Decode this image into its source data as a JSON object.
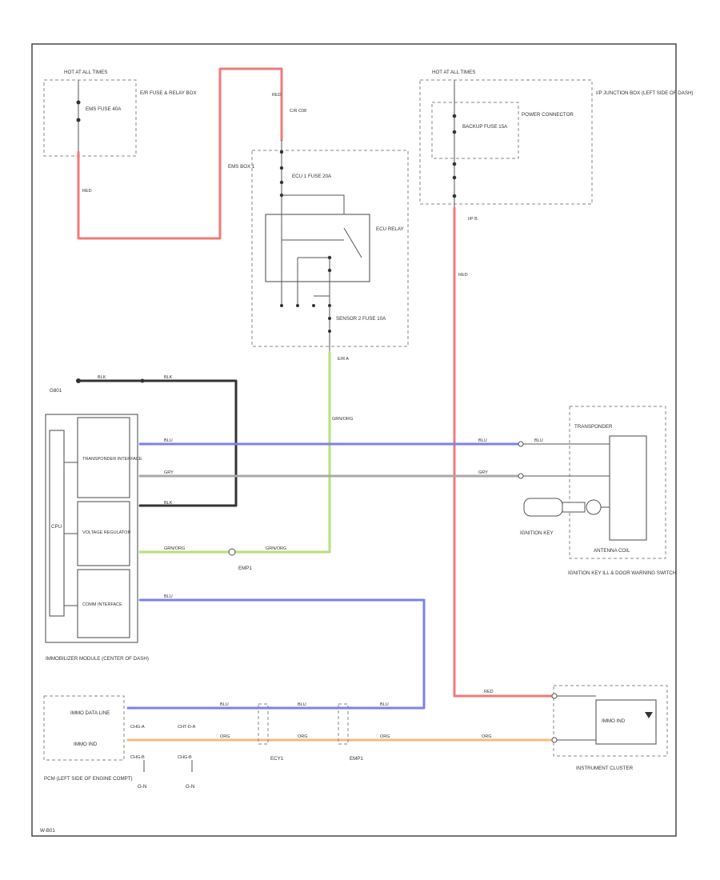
{
  "colors": {
    "red": "#f07a7a",
    "blue": "#7f7ff0",
    "gray": "#a9a9a9",
    "black": "#333333",
    "green": "#b6e07a",
    "orange": "#f7b97f"
  },
  "labels": {
    "hot_left": "HOT AT ALL TIMES",
    "fuse_left": "EMS FUSE 40A",
    "box_left": "E/R FUSE & RELAY BOX",
    "wire_red1": "RED",
    "wire_red2": "RED",
    "conn_top": "C/R C08",
    "emp_box": "EMS BOX 1",
    "ecu_fuse": "ECU 1 FUSE 20A",
    "ecu_relay": "ECU RELAY",
    "sensor_fuse": "SENSOR 2 FUSE 10A",
    "conn_sensor": "E/R A",
    "hot_right": "HOT AT ALL TIMES",
    "backup_fuse": "BACKUP FUSE 15A",
    "power_conn": "POWER CONNECTOR",
    "ij_box": "I/P JUNCTION BOX (LEFT SIDE OF DASH)",
    "conn_ip": "I/P B",
    "red_vert": "RED",
    "ground_label": "G801",
    "blk1": "BLK",
    "blk2": "BLK",
    "grn_org_vert": "GRN/ORG",
    "module_label": "IMMOBILIZER MODULE (CENTER OF DASH)",
    "cpu": "CPU",
    "transponder_int": "TRANSPONDER INTERFACE",
    "voltage_reg": "VOLTAGE REGULATOR",
    "comm_int": "COMM INTERFACE",
    "blu_wire": "BLU",
    "gry_wire": "GRY",
    "blk_wire": "BLK",
    "grnorg_wire": "GRN/ORG",
    "grnorg_wire2": "GRN/ORG",
    "emp_conn": "EMP1",
    "blu_wire2": "BLU",
    "transponder": "TRANSPONDER",
    "ignition_key": "IGNITION KEY",
    "antenna_coil": "ANTENNA COIL",
    "ignition_switch": "IGNITION KEY ILL & DOOR WARNING SWITCH",
    "red_bottom": "RED",
    "immo_data_line": "IMMO DATA LINE",
    "immo_ind": "IMMO IND",
    "pcm_label": "PCM (LEFT SIDE OF ENGINE COMPT)",
    "c_a1": "CHG-A",
    "c_a2": "CHT-D-A",
    "c_b1": "CHG-B",
    "c_b2": "CHG-B",
    "ecy1": "ECY1",
    "emp1_b": "EMP1",
    "blu_b1": "BLU",
    "blu_b2": "BLU",
    "blu_b3": "BLU",
    "org_b1": "ORG",
    "org_b2": "ORG",
    "org_b3": "ORG",
    "org_b4": "ORG",
    "immo_ind2": "IMMO IND",
    "instrument_cluster": "INSTRUMENT CLUSTER",
    "ground_a": "G-N",
    "ground_b": "G-N",
    "corner_code": "W-B01"
  },
  "icons": [
    "fuse-icon",
    "relay-icon",
    "ground-icon",
    "ignition-key-icon",
    "led-icon"
  ]
}
